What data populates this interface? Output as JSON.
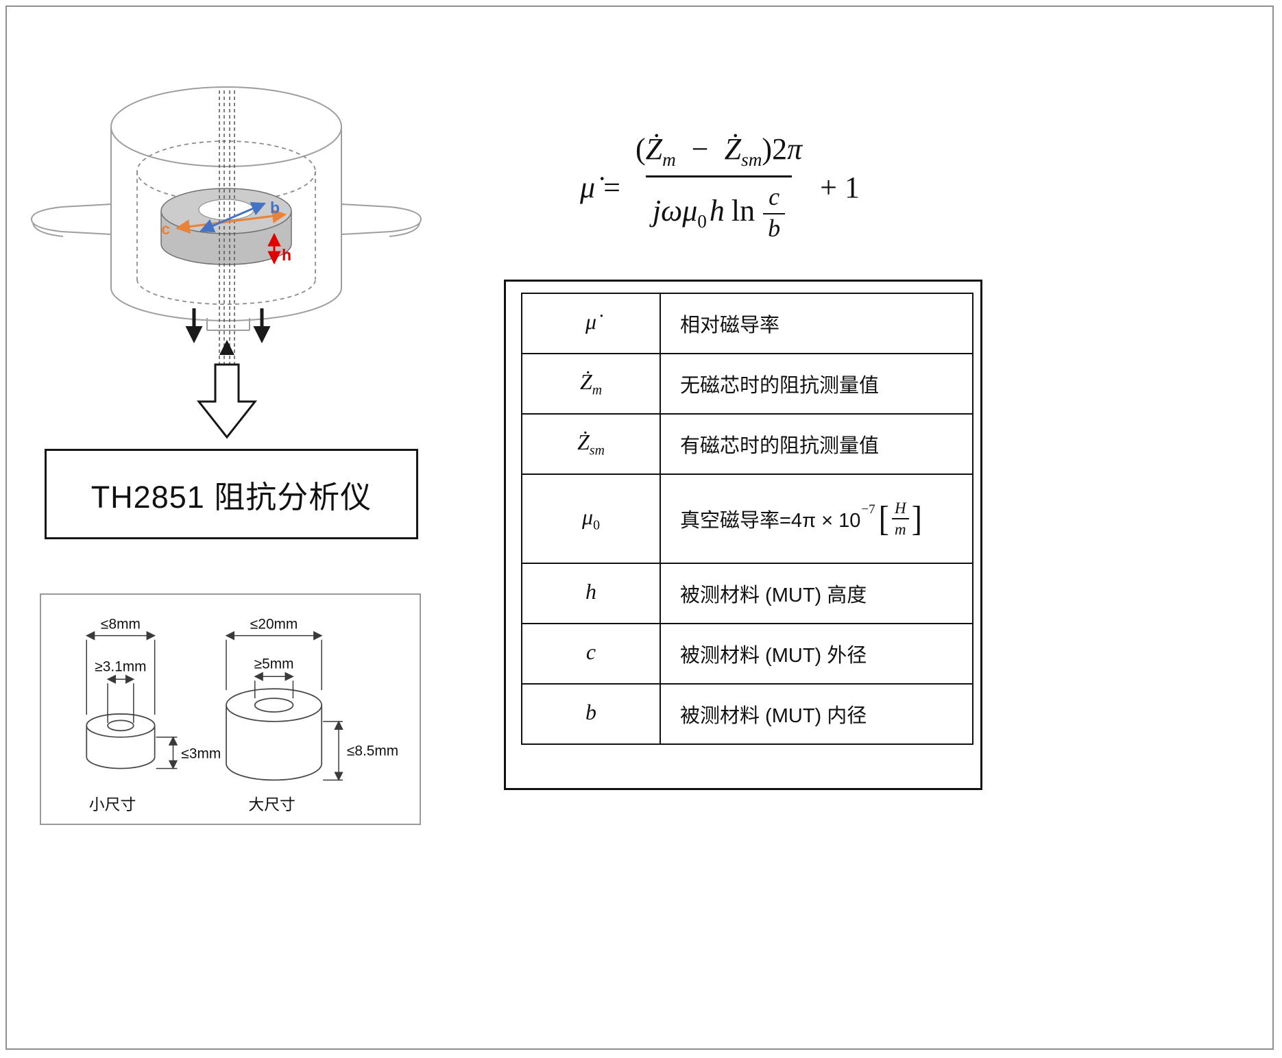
{
  "fixture": {
    "labels": {
      "c": "c",
      "b": "b",
      "h": "h"
    },
    "colors": {
      "c": "#e8833a",
      "b": "#4472c4",
      "h": "#e00000"
    }
  },
  "analyzer": {
    "label": "TH2851 阻抗分析仪"
  },
  "sizes": {
    "small": {
      "outer": "≤8mm",
      "inner": "≥3.1mm",
      "height": "≤3mm",
      "caption": "小尺寸"
    },
    "large": {
      "outer": "≤20mm",
      "inner": "≥5mm",
      "height": "≤8.5mm",
      "caption": "大尺寸"
    }
  },
  "formula": {
    "mu": "μ̇",
    "eq": "=",
    "num_open": "(",
    "z1": "Ż",
    "sub_m": "m",
    "minus": " − ",
    "z2": "Ż",
    "sub_sm": "sm",
    "num_close": ")2",
    "pi": "π",
    "jw": "jω",
    "mu0": "μ",
    "mu0_sub": "0",
    "h": "h",
    "ln": "ln",
    "frac_c": "c",
    "frac_b": "b",
    "tail": "+ 1"
  },
  "table": {
    "rows": [
      {
        "sym": "μ̇",
        "desc": "相对磁导率"
      },
      {
        "sym": "Ż",
        "sub": "m",
        "desc": "无磁芯时的阻抗测量值"
      },
      {
        "sym": "Ż",
        "sub": "sm",
        "desc": "有磁芯时的阻抗测量值"
      },
      {
        "sym": "μ",
        "sub": "0",
        "desc": "真空磁导率=4π × 10",
        "sup": "−7",
        "br_open": "[",
        "frac_top": "H",
        "frac_bot": "m",
        "br_close": "]"
      },
      {
        "sym": "h",
        "desc": "被测材料 (MUT) 高度"
      },
      {
        "sym": "c",
        "desc": "被测材料 (MUT) 外径"
      },
      {
        "sym": "b",
        "desc": "被测材料 (MUT) 内径"
      }
    ]
  }
}
